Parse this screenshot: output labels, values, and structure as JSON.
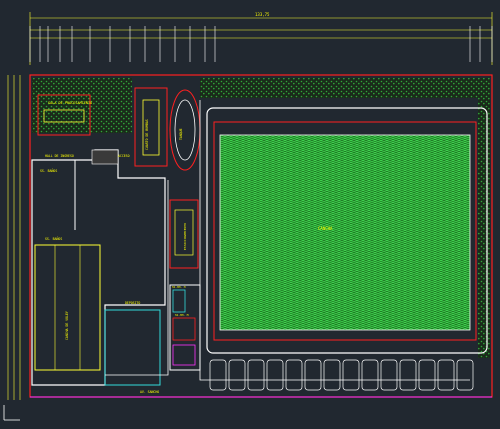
{
  "app": {
    "type": "CAD drawing viewport",
    "background": "#212830"
  },
  "colors": {
    "dimension": "#ffff33",
    "boundary": "#ff2020",
    "wall": "#ffffff",
    "hedge": "#1f8f2f",
    "grass": "#2fbf3f",
    "accent": "#ff33ff",
    "cyan": "#33dddd"
  },
  "dimensions": {
    "top_total": "133,75"
  },
  "labels": {
    "process_room": "SALA DE PROCESAMIENTO",
    "pump_room": "CUARTO DE BOMBAS",
    "tank": "TANQUE",
    "field": "CANCHA",
    "room_a": "SS. BAÑOS",
    "room_b": "SS. BAÑOS",
    "hall": "HALL DE INGRESO",
    "access": "ACCESO",
    "pool_side": "CANCHA DE VOLEY",
    "storage": "DEPOSITO",
    "parking": "ESTACIONAMIENTO",
    "wc_m": "SS.HH. H",
    "wc_f": "SS.HH. M",
    "street": "AV. SANCHO"
  }
}
